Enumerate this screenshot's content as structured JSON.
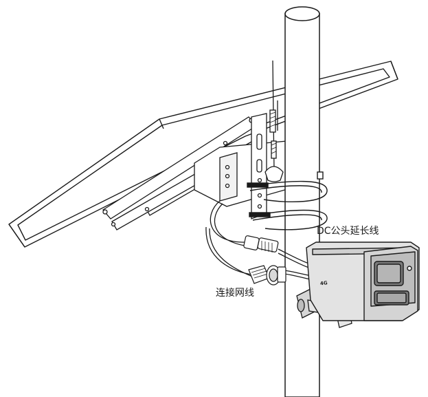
{
  "labels": {
    "dc_extension": "DC公头延长线",
    "network_cable": "连接网线"
  },
  "camera": {
    "badge": "4G"
  },
  "colors": {
    "stroke": "#1a1a1a",
    "camera_body": "#e3e3e3",
    "camera_shadow": "#bdbdbd",
    "lens_dark": "#7a7a7a",
    "lens_light": "#b5b5b5"
  }
}
